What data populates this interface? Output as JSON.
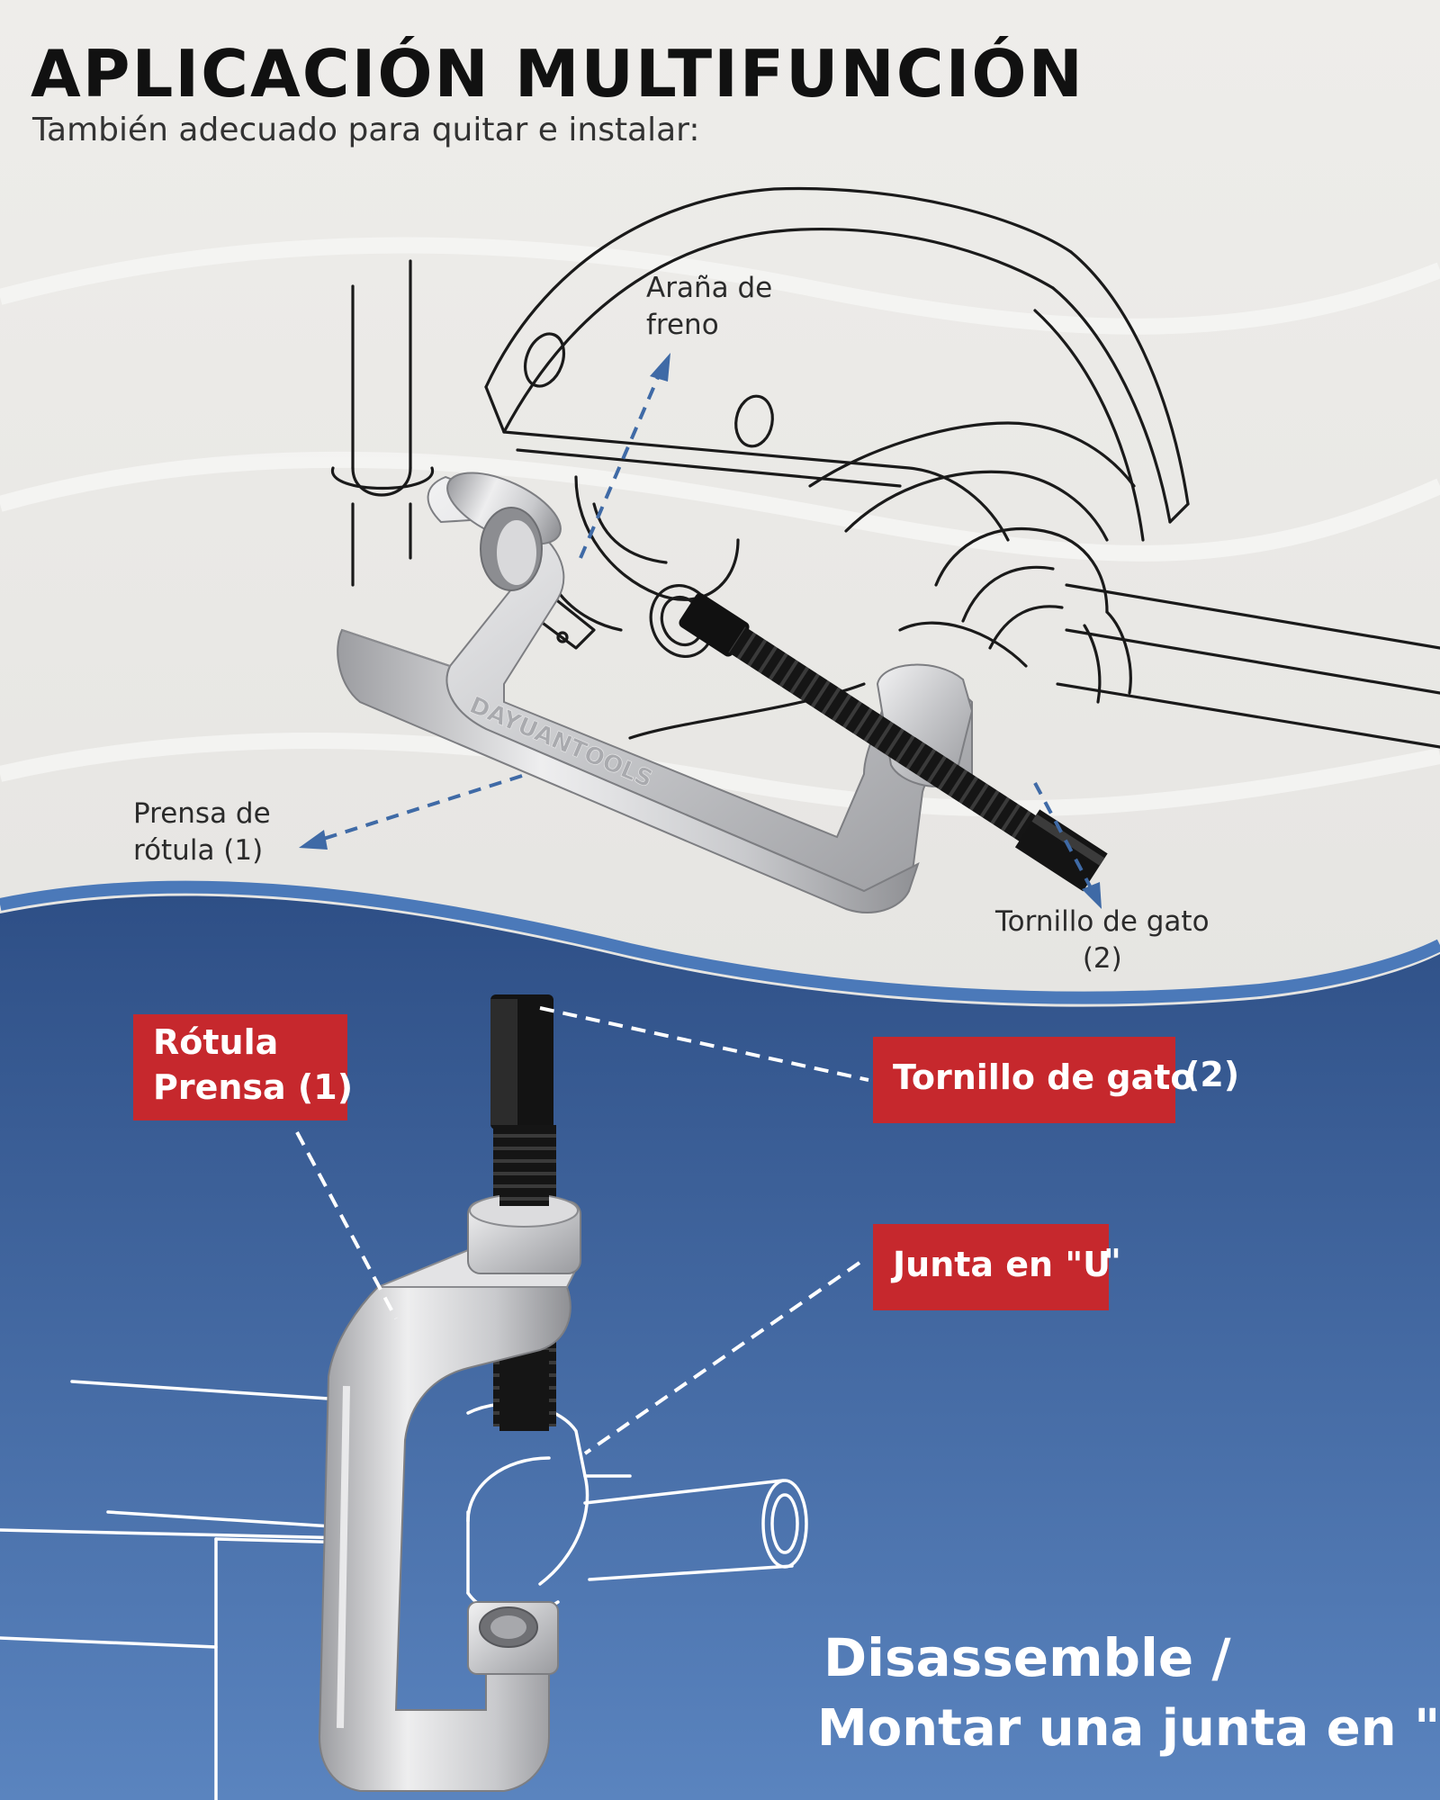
{
  "header": {
    "title": "APLICACIÓN MULTIFUNCIÓN",
    "subtitle": "También adecuado para quitar e instalar:"
  },
  "product": {
    "brand": "DAYUANTOOLS"
  },
  "top_callouts": {
    "brake_spider": "Araña de\nfreno",
    "press": "Prensa de\nrótula (1)",
    "screw": "Tornillo de gato\n(2)"
  },
  "bottom_tags": {
    "press_line1": "Rótula",
    "press_line2": "Prensa (1)",
    "screw_label": "Tornillo de gato",
    "screw_suffix": "(2)",
    "ujoint_label": "Junta en \"U",
    "ujoint_suffix": "\""
  },
  "footer": {
    "line1": "Disassemble /",
    "line2": "Montar una junta en \"U\""
  },
  "colors": {
    "background_top": "#ecebe8",
    "background_bottom_top": "#2e4f86",
    "background_bottom_bottom": "#5a84bf",
    "tag_red": "#c6282d",
    "arrow_blue": "#3f6aa6",
    "text_dark": "#111111",
    "metal_silver": "#c9cacc"
  }
}
